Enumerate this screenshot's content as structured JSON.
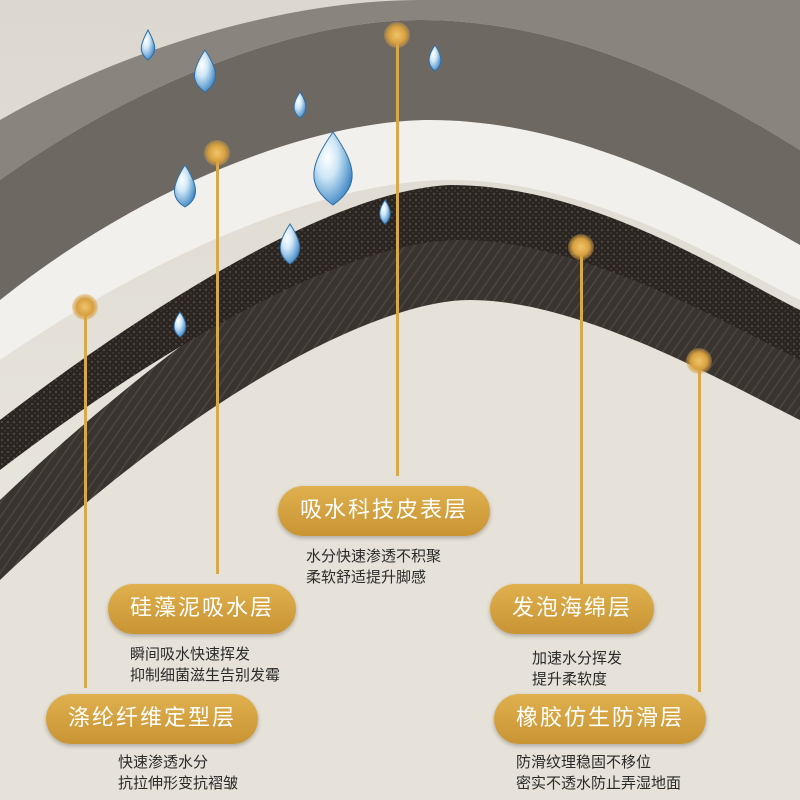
{
  "layers": [
    {
      "id": "surface",
      "title": "吸水科技皮表层",
      "desc": [
        "水分快速渗透不积聚",
        "柔软舒适提升脚感"
      ]
    },
    {
      "id": "diatom",
      "title": "硅藻泥吸水层",
      "desc": [
        "瞬间吸水快速挥发",
        "抑制细菌滋生告别发霉"
      ]
    },
    {
      "id": "foam",
      "title": "发泡海绵层",
      "desc": [
        "加速水分挥发",
        "提升柔软度"
      ]
    },
    {
      "id": "polyester",
      "title": "涤纶纤维定型层",
      "desc": [
        "快速渗透水分",
        "抗拉伸形变抗褶皱"
      ]
    },
    {
      "id": "rubber",
      "title": "橡胶仿生防滑层",
      "desc": [
        "防滑纹理稳固不移位",
        "密实不透水防止弄湿地面"
      ]
    }
  ],
  "colors": {
    "accent": "#d7a94a",
    "label_text": "#ffffff",
    "desc_text": "#2a2a2a",
    "background": "#e9e6df"
  }
}
